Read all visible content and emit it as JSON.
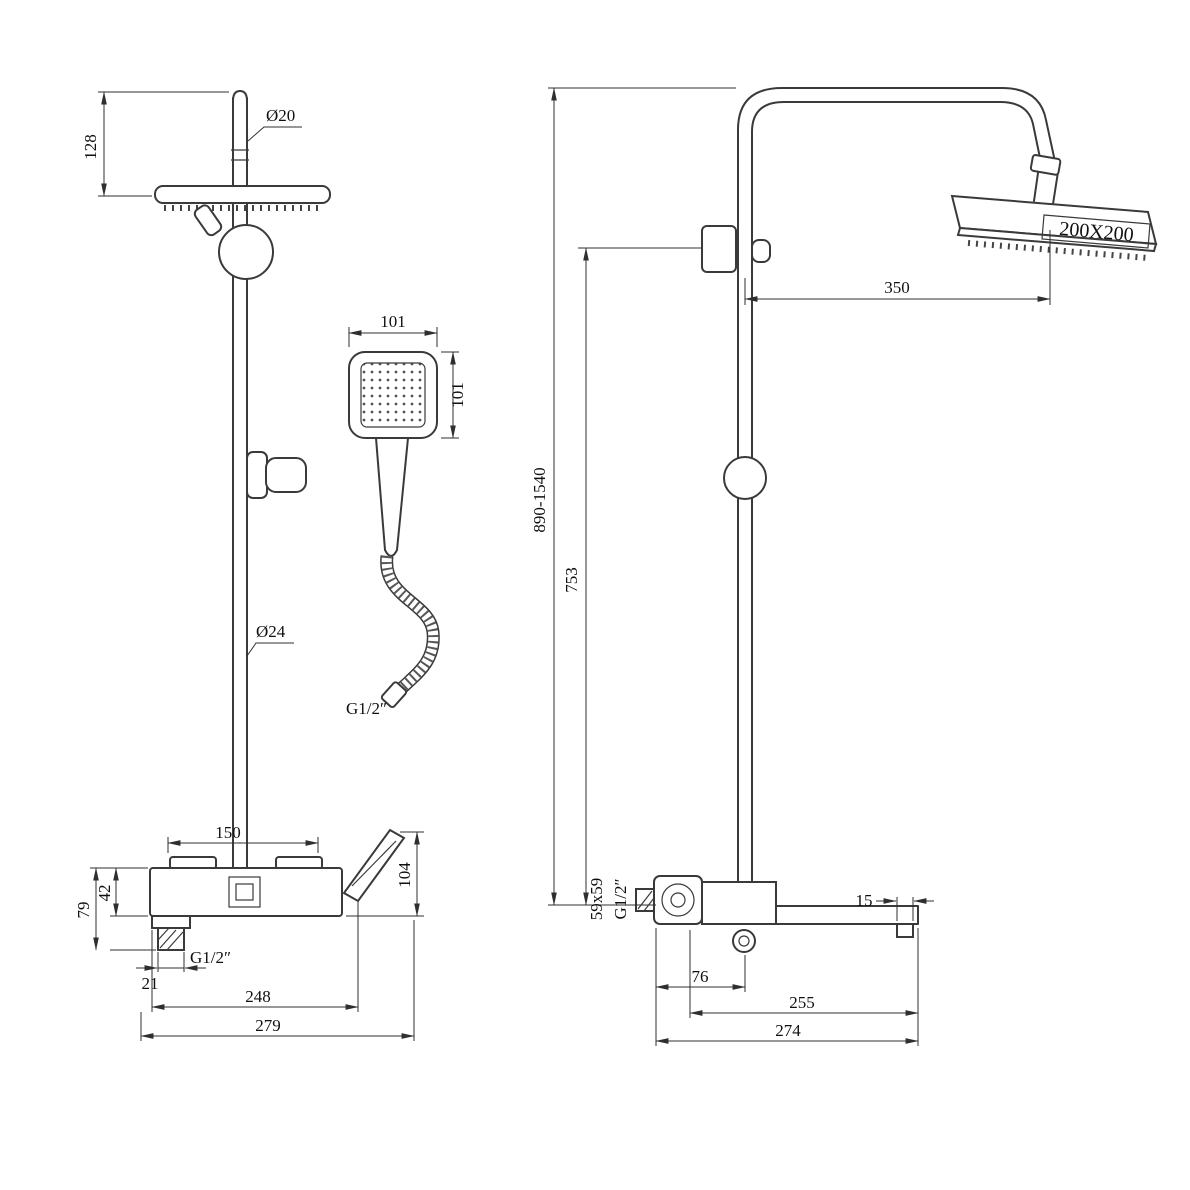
{
  "drawing": {
    "front_view": {
      "dim_top_height": "128",
      "dim_pipe_top_diameter": "Ø20",
      "dim_riser_diameter": "Ø24",
      "handshower": {
        "dim_width": "101",
        "dim_height": "101",
        "hose_thread": "G1/2″"
      },
      "mixer": {
        "dim_inlet_spacing": "150",
        "dim_handle_height": "104",
        "dim_body_height": "42",
        "dim_body_with_outlet": "79",
        "outlet_thread": "G1/2″",
        "dim_outlet_width": "21",
        "dim_width_inner": "248",
        "dim_width_overall": "279"
      }
    },
    "side_view": {
      "dim_overall_height": "890-1540",
      "dim_riser_height": "753",
      "dim_arm_reach": "350",
      "head_size": "200X200",
      "flange_size": "59x59",
      "inlet_thread": "G1/2″",
      "dim_nozzle_width": "15",
      "dim_wall_to_riser": "76",
      "dim_spout_reach": "255",
      "dim_spout_overall": "274"
    }
  }
}
